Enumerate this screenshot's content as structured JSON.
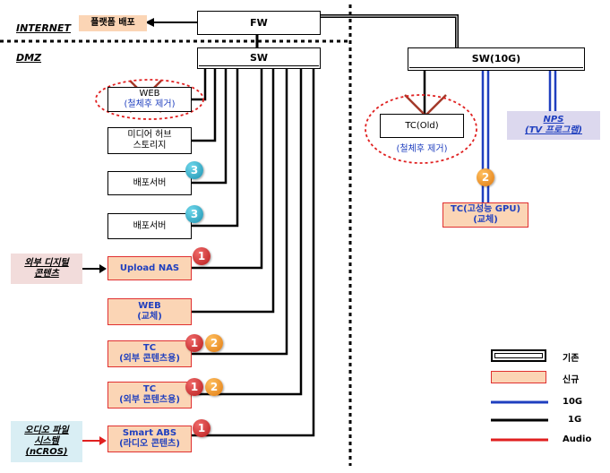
{
  "zones": {
    "internet": "INTERNET",
    "dmz": "DMZ"
  },
  "platform_deploy": "플랫폼 배포",
  "fw": "FW",
  "sw": "SW",
  "sw10g": "SW(10G)",
  "web_removed": {
    "line1": "WEB",
    "line2": "(철체후 제거)"
  },
  "media_hub": {
    "line1": "미디어 허브",
    "line2": "스토리지"
  },
  "deploy_server_1": "배포서버",
  "deploy_server_2": "배포서버",
  "upload_nas": "Upload NAS",
  "web_replace": {
    "line1": "WEB",
    "line2": "(교체)"
  },
  "tc_external_1": {
    "line1": "TC",
    "line2": "(외부 콘텐츠용)"
  },
  "tc_external_2": {
    "line1": "TC",
    "line2": "(외부 콘텐츠용)"
  },
  "smart_abs": {
    "line1": "Smart ABS",
    "line2": "(라디오 콘텐츠)"
  },
  "tc_old": {
    "line1": "TC(Old)",
    "line2": "(철체후 제거)"
  },
  "tc_gpu": {
    "line1": "TC(고성능 GPU)",
    "line2": "(교체)"
  },
  "nps": {
    "line1": "NPS",
    "line2": "(TV 프로그램)"
  },
  "ext_digital": {
    "line1": "외부 디지털",
    "line2": "콘텐츠"
  },
  "audio_file": {
    "line1": "오디오 파일",
    "line2": "시스템",
    "line3": "(nCROS)"
  },
  "badges": {
    "one": "1",
    "two": "2",
    "three": "3"
  },
  "legend": {
    "existing": "기존",
    "new": "신규",
    "ten_g": "10G",
    "one_g": "1G",
    "audio": "Audio"
  },
  "colors": {
    "new_fill": "#fbd5b5",
    "new_border": "#e03030",
    "link_10g": "#1f3fbf",
    "link_1g": "#000000",
    "link_audio": "#e02020",
    "tag_fill": "#f2dcdb",
    "nps_fill": "#dcd8ee",
    "audio_tag_fill": "#d9eef4"
  }
}
